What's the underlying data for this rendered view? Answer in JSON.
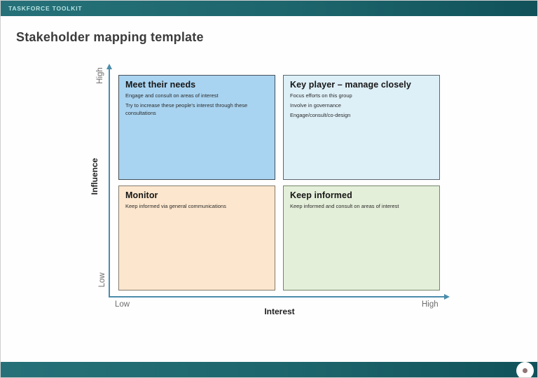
{
  "header": {
    "brand": "TASKFORCE TOOLKIT"
  },
  "title": "Stakeholder mapping template",
  "matrix": {
    "y_axis": {
      "label": "Influence",
      "top": "High",
      "bottom": "Low"
    },
    "x_axis": {
      "label": "Interest",
      "left": "Low",
      "right": "High"
    },
    "axis_color": "#4b8cab",
    "quadrants": [
      {
        "id": "meet-their-needs",
        "position": "top-left",
        "title": "Meet their needs",
        "lines": [
          "Engage and consult on areas of interest",
          "Try to increase these people's interest through these consultations"
        ],
        "bg": "#a9d4f1",
        "border": "#44505a"
      },
      {
        "id": "key-player",
        "position": "top-right",
        "title": "Key player – manage closely",
        "lines": [
          "Focus efforts on this group",
          "Involve in governance",
          "Engage/consult/co-design"
        ],
        "bg": "#ddeff7",
        "border": "#5c686e"
      },
      {
        "id": "monitor",
        "position": "bottom-left",
        "title": "Monitor",
        "lines": [
          "Keep informed via general communications"
        ],
        "bg": "#fce6cd",
        "border": "#847b6f"
      },
      {
        "id": "keep-informed",
        "position": "bottom-right",
        "title": "Keep informed",
        "lines": [
          "Keep informed and consult on areas of interest"
        ],
        "bg": "#e4efd9",
        "border": "#76846c"
      }
    ]
  },
  "colors": {
    "bar_teal": "#1d656c",
    "bar_teal_dark": "#11525a",
    "brand_text": "#b7e4e2",
    "title_text": "#3b3b3b",
    "axis_label_muted": "#6d6d6d",
    "axis_label_strong": "#1f1f1f",
    "footer_dot_fill": "#ffffff",
    "footer_dot_inner": "#8f7576"
  }
}
